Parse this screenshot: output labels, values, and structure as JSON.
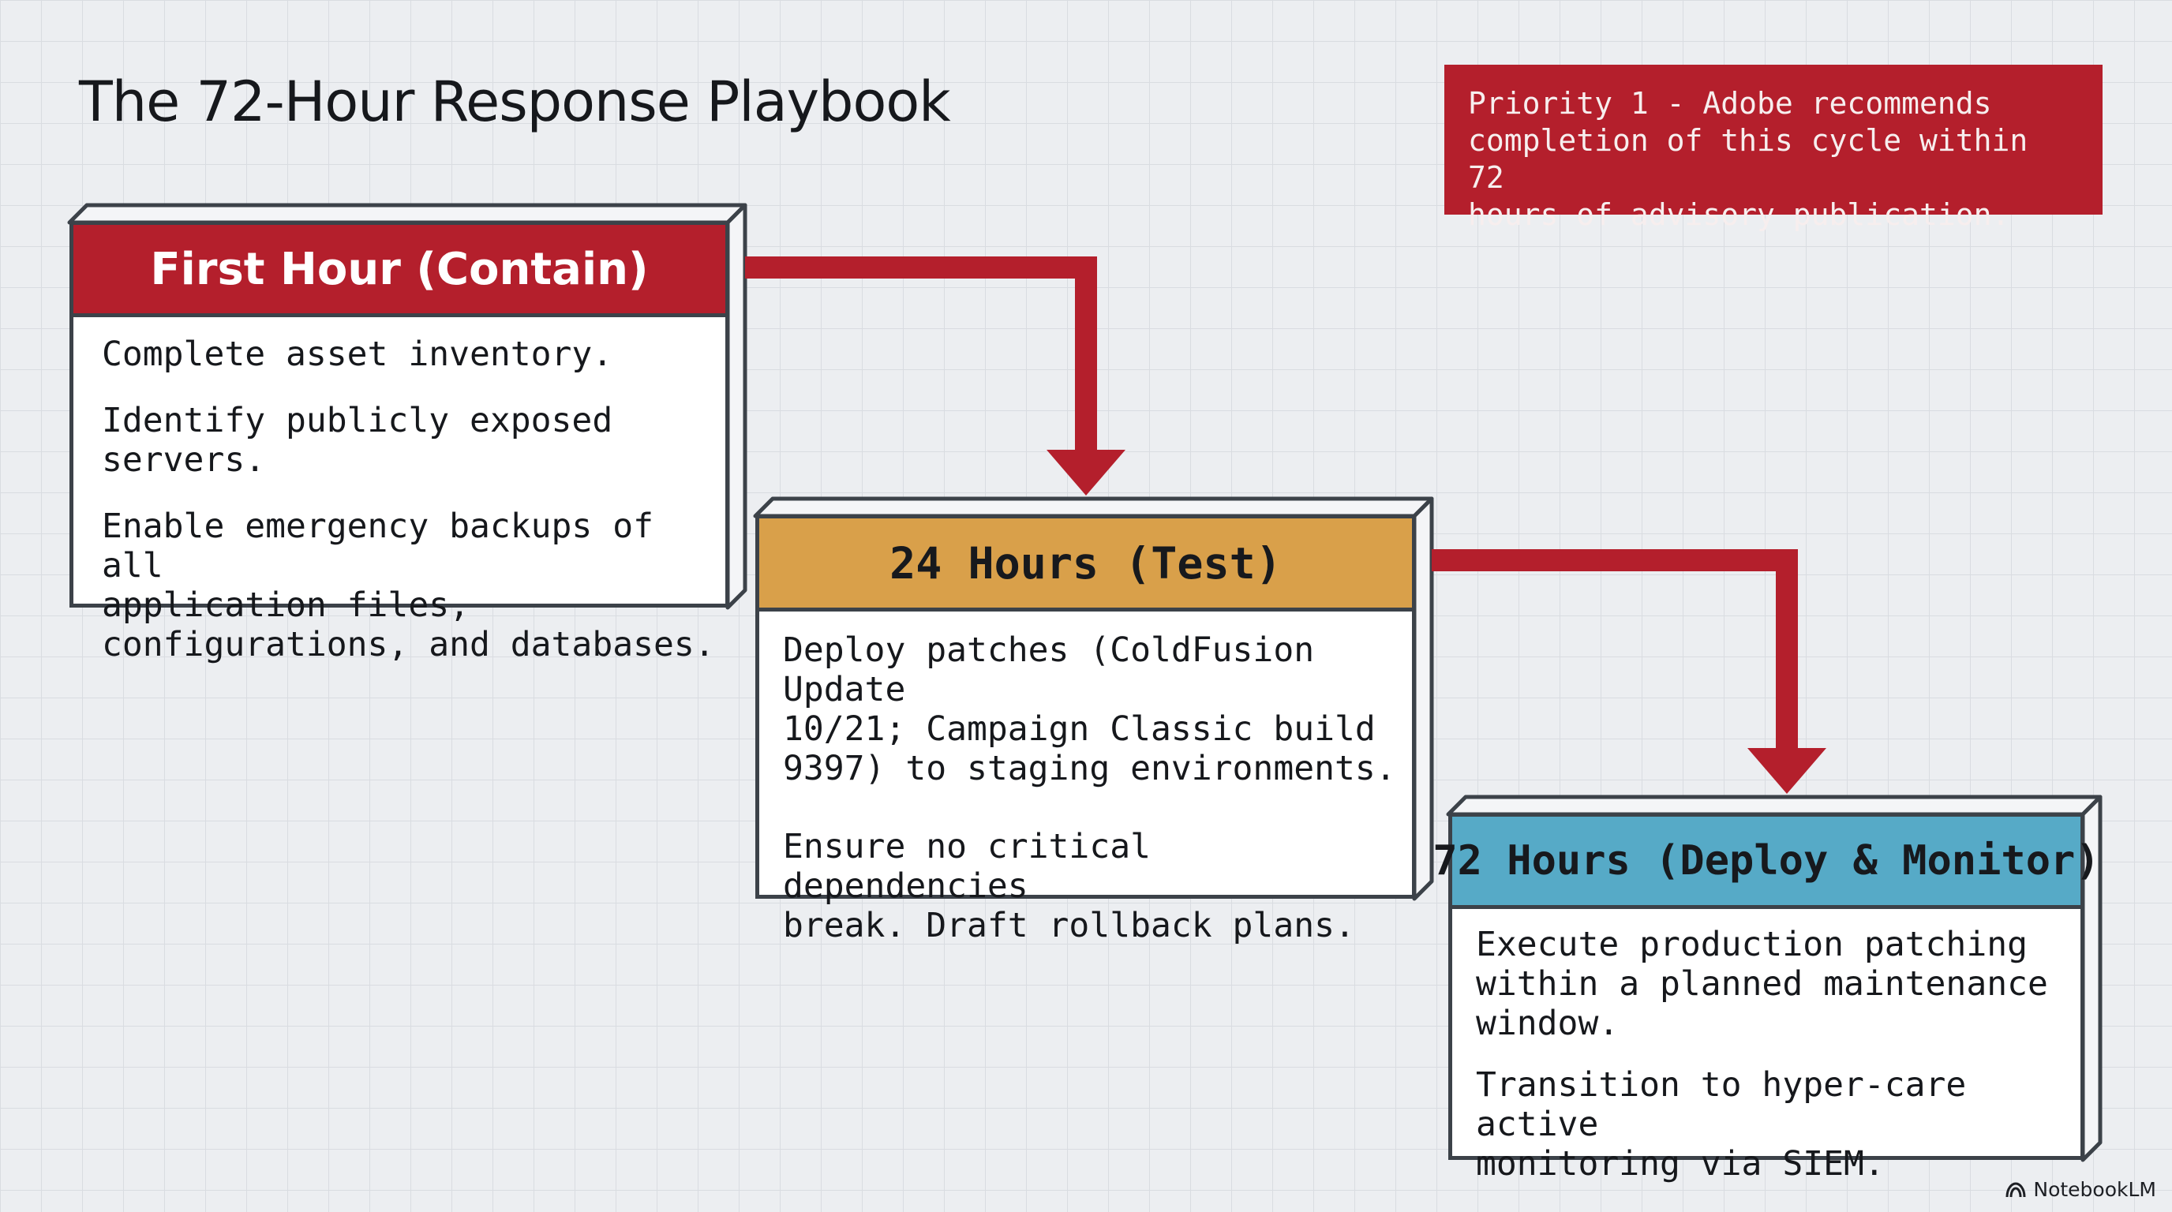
{
  "title": "The 72-Hour Response Playbook",
  "priority_note": {
    "lines": [
      "Priority 1 - Adobe recommends",
      "completion of this cycle within 72",
      "hours of advisory publication."
    ]
  },
  "stages": [
    {
      "header": "First Hour (Contain)",
      "header_color": "#b41f2c",
      "items": [
        [
          "Complete asset inventory."
        ],
        [
          "Identify publicly exposed servers."
        ],
        [
          "Enable emergency backups of all",
          "application files,",
          "configurations, and databases."
        ]
      ]
    },
    {
      "header": "24 Hours (Test)",
      "header_color": "#d9a04a",
      "items": [
        [
          "Deploy patches (ColdFusion Update",
          "10/21; Campaign Classic build",
          "9397) to staging environments."
        ],
        [
          "Ensure no critical dependencies",
          "break. Draft rollback plans."
        ]
      ]
    },
    {
      "header": "72 Hours (Deploy & Monitor)",
      "header_color": "#56aac7",
      "items": [
        [
          "Execute production patching",
          "within a planned maintenance",
          "window."
        ],
        [
          "Transition to hyper-care active",
          "monitoring via SIEM."
        ]
      ]
    }
  ],
  "connector_color": "#b41f2c",
  "watermark": {
    "icon": "notebooklm-logo-icon",
    "label": "NotebookLM"
  }
}
